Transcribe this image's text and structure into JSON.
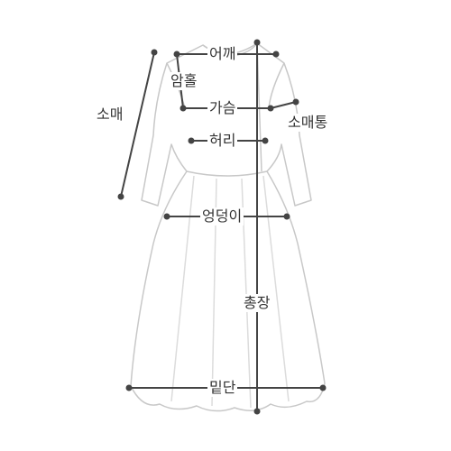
{
  "labels": {
    "shoulder": "어깨",
    "armhole": "암홀",
    "chest": "가슴",
    "sleeve_width": "소매통",
    "waist": "허리",
    "sleeve_length": "소매",
    "hip": "엉덩이",
    "total_length": "총장",
    "hem": "밑단"
  },
  "colors": {
    "outline": "#c8c8c8",
    "measure_line": "#444444",
    "dot": "#444444",
    "text": "#333333"
  }
}
